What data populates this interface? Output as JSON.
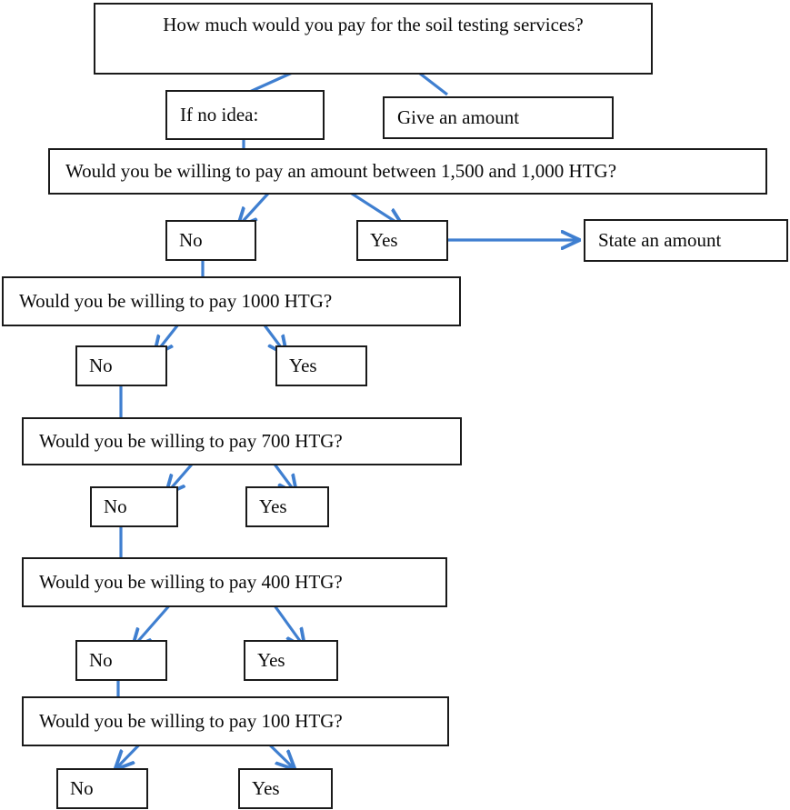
{
  "diagram": {
    "title_node": "How much would you pay for the soil testing services?",
    "type": "flowchart",
    "accent_color": "#3f7fd0",
    "border_color": "#1a1a1a",
    "text_color": "#0a0a0a",
    "background": "#ffffff"
  },
  "nodes": {
    "root": {
      "label": "How much would you pay for the soil testing services?"
    },
    "no_idea": {
      "label": "If no idea:"
    },
    "give_amount": {
      "label": "Give an amount"
    },
    "q_1500_1000": {
      "label": "Would you be willing to pay an amount between 1,500 and 1,000 HTG?"
    },
    "a1_no": {
      "label": "No"
    },
    "a1_yes": {
      "label": "Yes"
    },
    "state_amount": {
      "label": "State an amount"
    },
    "q_1000": {
      "label": "Would you be willing to pay 1000 HTG?"
    },
    "a2_no": {
      "label": "No"
    },
    "a2_yes": {
      "label": "Yes"
    },
    "q_700": {
      "label": "Would you be willing to pay 700 HTG?"
    },
    "a3_no": {
      "label": "No"
    },
    "a3_yes": {
      "label": "Yes"
    },
    "q_400": {
      "label": "Would you be willing to pay 400 HTG?"
    },
    "a4_no": {
      "label": "No"
    },
    "a4_yes": {
      "label": "Yes"
    },
    "q_100": {
      "label": "Would you be willing to pay 100 HTG?"
    },
    "a5_no": {
      "label": "No"
    },
    "a5_yes": {
      "label": "Yes"
    }
  }
}
